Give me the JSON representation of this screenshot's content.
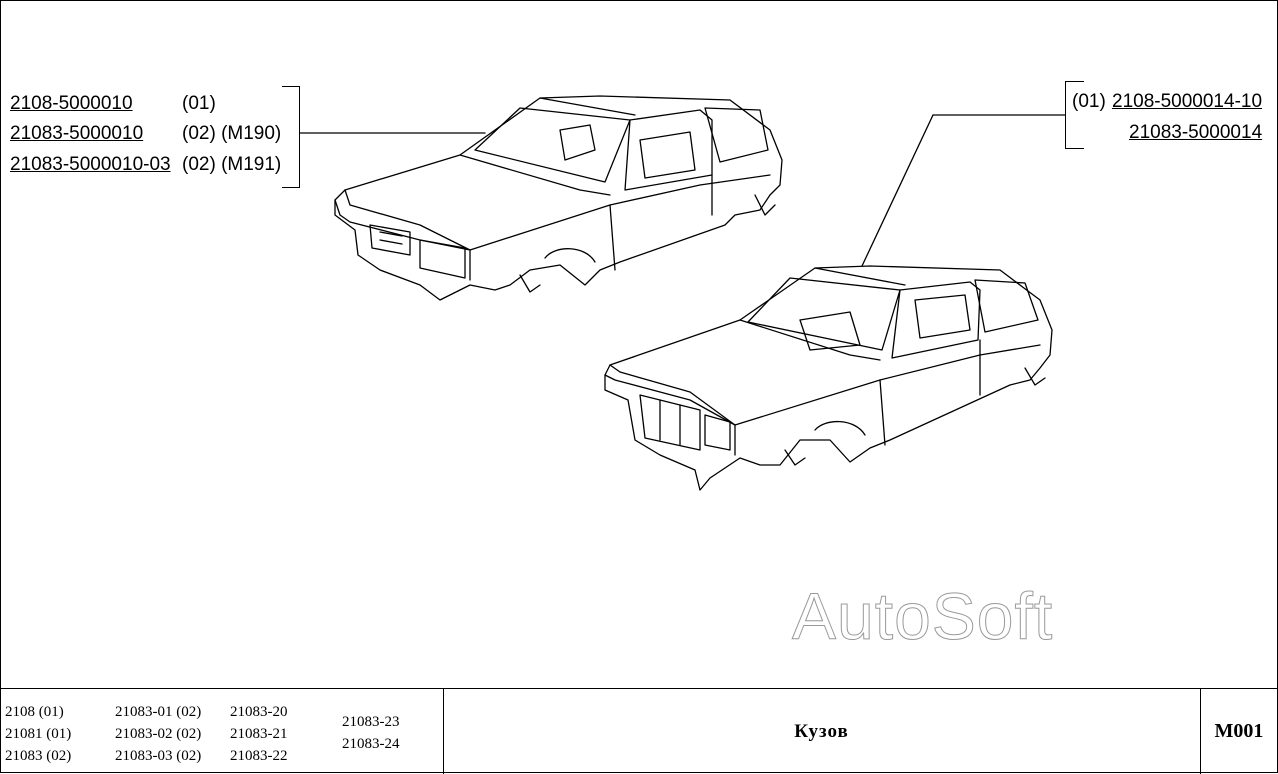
{
  "left_group": {
    "items": [
      {
        "part": "2108-5000010",
        "code": "(01)"
      },
      {
        "part": "21083-5000010",
        "code": "(02) (М190)"
      },
      {
        "part": "21083-5000010-03",
        "code": "(02) (М191)"
      }
    ]
  },
  "right_group": {
    "items": [
      {
        "prefix": "(01)",
        "part": "2108-5000014-10"
      },
      {
        "prefix": "",
        "part": "21083-5000014"
      }
    ]
  },
  "watermark": "AutoSoft",
  "footer": {
    "models_col1": [
      "2108 (01)",
      "21081 (01)",
      "21083 (02)"
    ],
    "models_col2": [
      "21083-01 (02)",
      "21083-02 (02)",
      "21083-03 (02)"
    ],
    "models_col3": [
      "21083-20",
      "21083-21",
      "21083-22"
    ],
    "models_col4": [
      "21083-23",
      "21083-24"
    ],
    "title": "Кузов",
    "page_code": "M001"
  }
}
